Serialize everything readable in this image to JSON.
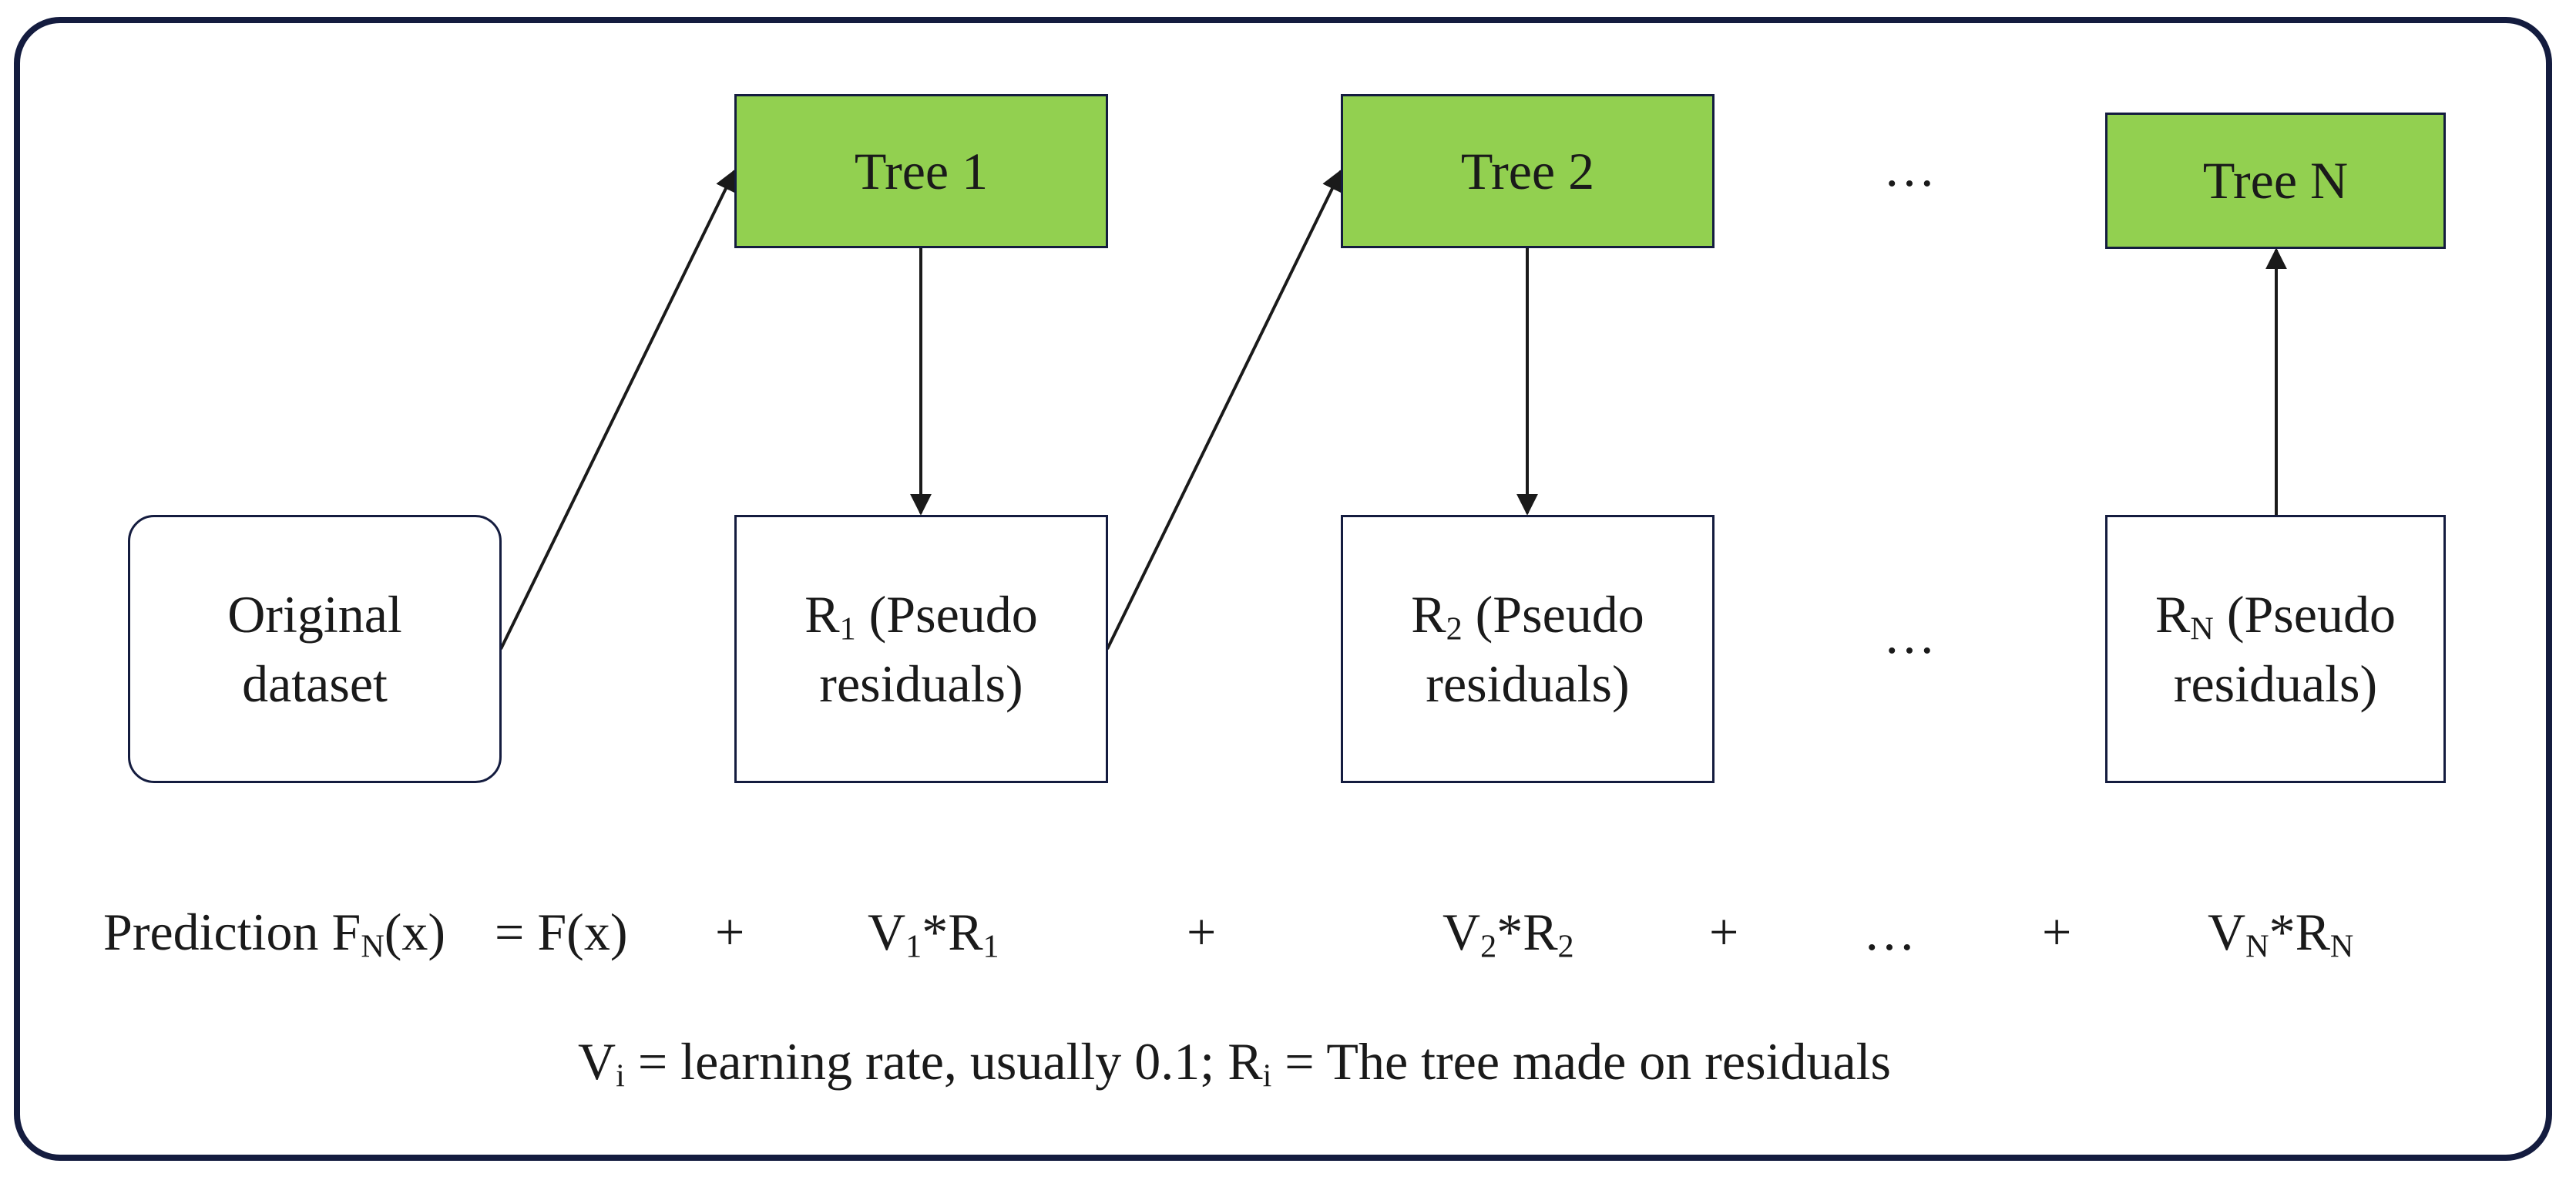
{
  "diagram": {
    "trees": {
      "t1": "Tree 1",
      "t2": "Tree 2",
      "tn": "Tree N"
    },
    "dataset": {
      "line1": "Original",
      "line2": "dataset"
    },
    "residuals": {
      "r1": {
        "base": "R",
        "sub": "1",
        "rest": " (Pseudo",
        "line2": "residuals)"
      },
      "r2": {
        "base": "R",
        "sub": "2",
        "rest": " (Pseudo",
        "line2": "residuals)"
      },
      "rn": {
        "base": "R",
        "sub": "N",
        "rest": " (Pseudo",
        "line2": "residuals)"
      }
    },
    "ellipsis": "…",
    "formula": {
      "prefix": "Prediction F",
      "prefix_sub": "N",
      "lhs_rest": "(x)",
      "equals": "= F(x)",
      "plus": "+",
      "term1": {
        "a": "V",
        "a_sub": "1",
        "op": "*R",
        "b_sub": "1"
      },
      "term2": {
        "a": "V",
        "a_sub": "2",
        "op": "*R",
        "b_sub": "2"
      },
      "termN": {
        "a": "V",
        "a_sub": "N",
        "op": "*R",
        "b_sub": "N"
      }
    },
    "legend": {
      "v": "V",
      "v_sub": "i",
      "v_text": " = learning rate, usually 0.1; R",
      "r_sub": "i",
      "r_text": " = The tree made on residuals"
    },
    "colors": {
      "tree_fill": "#92d050",
      "border": "#141c3f",
      "text": "#1a1a1a"
    }
  }
}
